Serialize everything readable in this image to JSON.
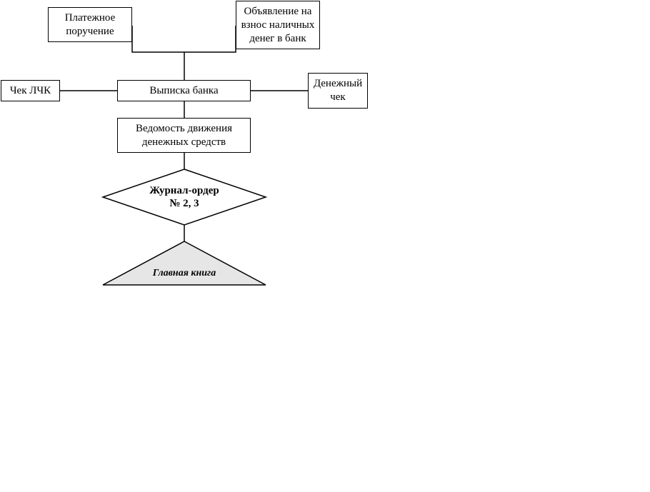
{
  "diagram": {
    "nodes": {
      "payment_order": "Платежное\nпоручение",
      "cash_deposit_notice": "Объявление на\nвзнос наличных\nденег в банк",
      "lchk_check": "Чек ЛЧК",
      "bank_statement": "Выписка банка",
      "cash_check": "Денежный\nчек",
      "cash_flow_statement": "Ведомость движения\nденежных средств",
      "journal_order": "Журнал-ордер\n№ 2, 3",
      "general_ledger": "Главная книга"
    },
    "colors": {
      "line": "#000000",
      "box_fill": "#ffffff",
      "ledger_fill": "#e6e6e6"
    }
  }
}
